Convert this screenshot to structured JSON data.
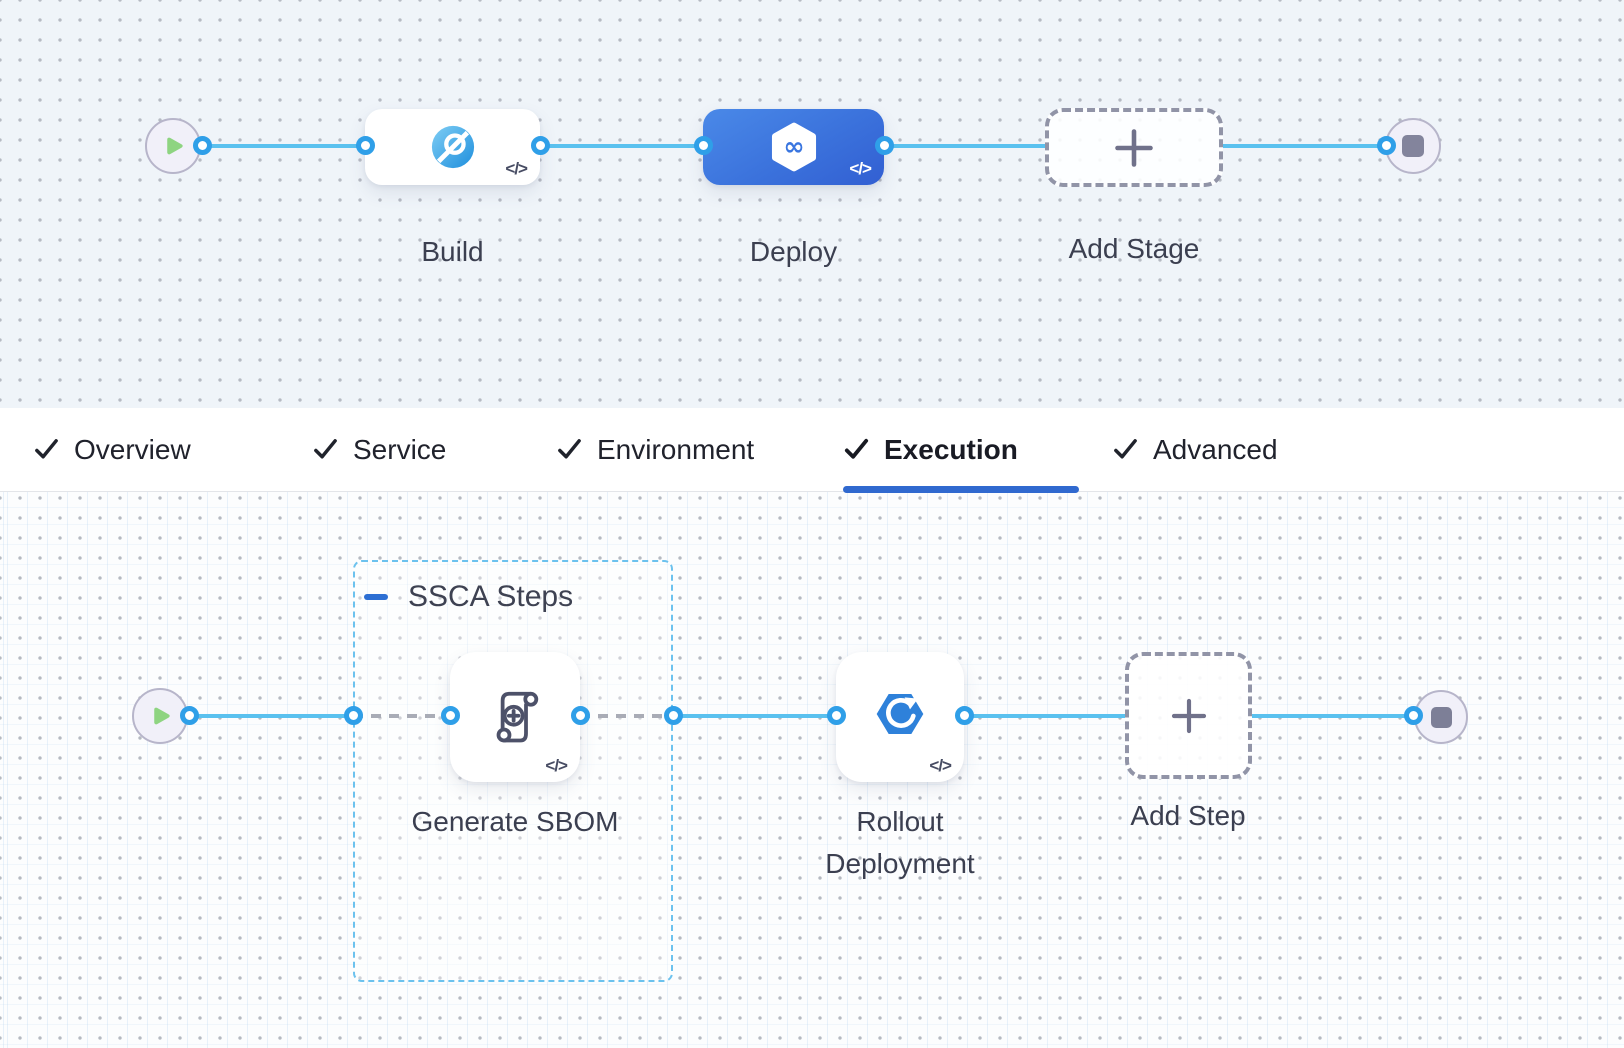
{
  "stage_pipeline": {
    "start": {
      "icon": "play-icon"
    },
    "end": {
      "icon": "stop-icon"
    },
    "stages": [
      {
        "label": "Build",
        "icon": "ci-build-icon",
        "code_badge": "</>",
        "selected": false
      },
      {
        "label": "Deploy",
        "icon": "cd-infinity-icon",
        "code_badge": "</>",
        "selected": true
      },
      {
        "label": "Add Stage",
        "icon": "plus-icon",
        "placeholder": true
      }
    ]
  },
  "tabs": [
    {
      "label": "Overview",
      "checked": true,
      "active": false
    },
    {
      "label": "Service",
      "checked": true,
      "active": false
    },
    {
      "label": "Environment",
      "checked": true,
      "active": false
    },
    {
      "label": "Execution",
      "checked": true,
      "active": true
    },
    {
      "label": "Advanced",
      "checked": true,
      "active": false
    }
  ],
  "execution_pipeline": {
    "start": {
      "icon": "play-icon"
    },
    "end": {
      "icon": "stop-icon"
    },
    "group": {
      "label": "SSCA Steps",
      "collapse_icon": "minus-icon"
    },
    "steps": [
      {
        "label": "Generate SBOM",
        "icon": "scroll-plus-icon",
        "code_badge": "</>",
        "in_group": true
      },
      {
        "label": "Rollout Deployment",
        "icon": "rollout-arrow-icon",
        "code_badge": "</>",
        "in_group": false
      },
      {
        "label": "Add Step",
        "icon": "plus-icon",
        "placeholder": true
      }
    ]
  },
  "colors": {
    "edge_blue": "#5ac1ef",
    "port_blue": "#2f9fe8",
    "selected_stage_blue": "#3d77e0",
    "active_tab_underline": "#3069cf",
    "group_border_blue": "#6cc2ee",
    "play_green": "#8ed481"
  }
}
